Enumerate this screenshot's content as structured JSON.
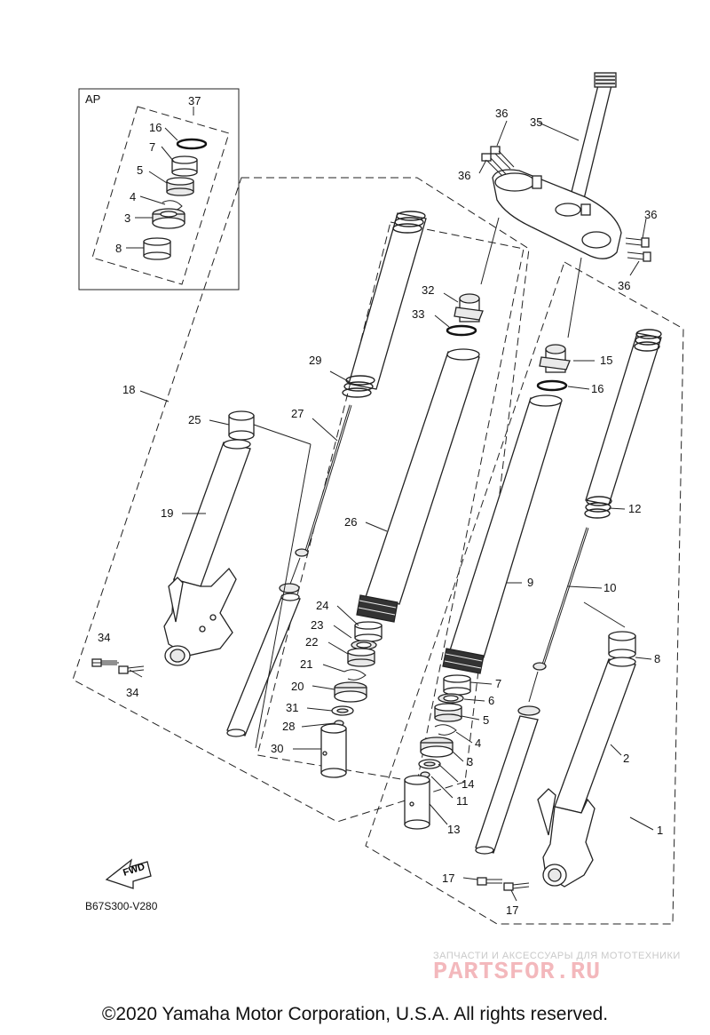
{
  "diagram": {
    "ap_label": "AP",
    "fwd_label": "FWD",
    "diagram_code": "B67S300-V280",
    "copyright": "©2020 Yamaha Motor Corporation, U.S.A. All rights reserved.",
    "watermark_tagline": "ЗАПЧАСТИ И АКСЕССУАРЫ ДЛЯ МОТОТЕХНИКИ",
    "watermark_brand": "PARTSFOR.RU"
  },
  "callouts": [
    {
      "id": "37",
      "label": "37"
    },
    {
      "id": "16a",
      "label": "16"
    },
    {
      "id": "7a",
      "label": "7"
    },
    {
      "id": "5a",
      "label": "5"
    },
    {
      "id": "4a",
      "label": "4"
    },
    {
      "id": "3a",
      "label": "3"
    },
    {
      "id": "8a",
      "label": "8"
    },
    {
      "id": "36a",
      "label": "36"
    },
    {
      "id": "36b",
      "label": "36"
    },
    {
      "id": "36c",
      "label": "36"
    },
    {
      "id": "36d",
      "label": "36"
    },
    {
      "id": "35",
      "label": "35"
    },
    {
      "id": "32",
      "label": "32"
    },
    {
      "id": "33",
      "label": "33"
    },
    {
      "id": "29",
      "label": "29"
    },
    {
      "id": "18",
      "label": "18"
    },
    {
      "id": "27",
      "label": "27"
    },
    {
      "id": "25",
      "label": "25"
    },
    {
      "id": "19",
      "label": "19"
    },
    {
      "id": "26",
      "label": "26"
    },
    {
      "id": "24",
      "label": "24"
    },
    {
      "id": "23",
      "label": "23"
    },
    {
      "id": "22",
      "label": "22"
    },
    {
      "id": "21",
      "label": "21"
    },
    {
      "id": "20",
      "label": "20"
    },
    {
      "id": "31",
      "label": "31"
    },
    {
      "id": "28",
      "label": "28"
    },
    {
      "id": "30",
      "label": "30"
    },
    {
      "id": "34a",
      "label": "34"
    },
    {
      "id": "34b",
      "label": "34"
    },
    {
      "id": "15",
      "label": "15"
    },
    {
      "id": "16b",
      "label": "16"
    },
    {
      "id": "12",
      "label": "12"
    },
    {
      "id": "9",
      "label": "9"
    },
    {
      "id": "10",
      "label": "10"
    },
    {
      "id": "8b",
      "label": "8"
    },
    {
      "id": "7b",
      "label": "7"
    },
    {
      "id": "6",
      "label": "6"
    },
    {
      "id": "5b",
      "label": "5"
    },
    {
      "id": "4b",
      "label": "4"
    },
    {
      "id": "3b",
      "label": "3"
    },
    {
      "id": "14",
      "label": "14"
    },
    {
      "id": "11",
      "label": "11"
    },
    {
      "id": "13",
      "label": "13"
    },
    {
      "id": "2",
      "label": "2"
    },
    {
      "id": "1",
      "label": "1"
    },
    {
      "id": "17a",
      "label": "17"
    },
    {
      "id": "17b",
      "label": "17"
    }
  ]
}
